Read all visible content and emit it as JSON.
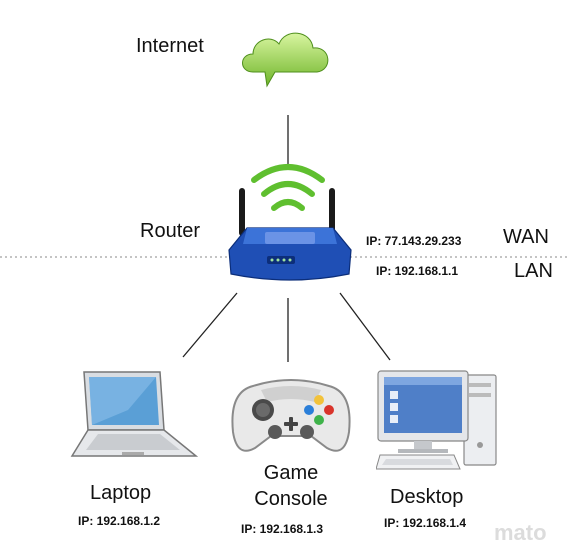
{
  "internet": {
    "label": "Internet",
    "icon": "cloud-icon"
  },
  "router": {
    "label": "Router",
    "icon": "wireless-router-icon",
    "wan_ip": "IP: 77.143.29.233",
    "lan_ip": "IP: 192.168.1.1"
  },
  "zones": {
    "wan": "WAN",
    "lan": "LAN"
  },
  "devices": [
    {
      "label": "Laptop",
      "ip": "IP: 192.168.1.2",
      "icon": "laptop-icon"
    },
    {
      "label_line1": "Game",
      "label_line2": "Console",
      "ip": "IP: 192.168.1.3",
      "icon": "gamepad-icon"
    },
    {
      "label": "Desktop",
      "ip": "IP: 192.168.1.4",
      "icon": "desktop-computer-icon"
    }
  ],
  "watermark": "mato",
  "colors": {
    "cloud": "#8cc63f",
    "router": "#1f4fb5",
    "wifi": "#5fbf2f",
    "line": "#222222"
  }
}
